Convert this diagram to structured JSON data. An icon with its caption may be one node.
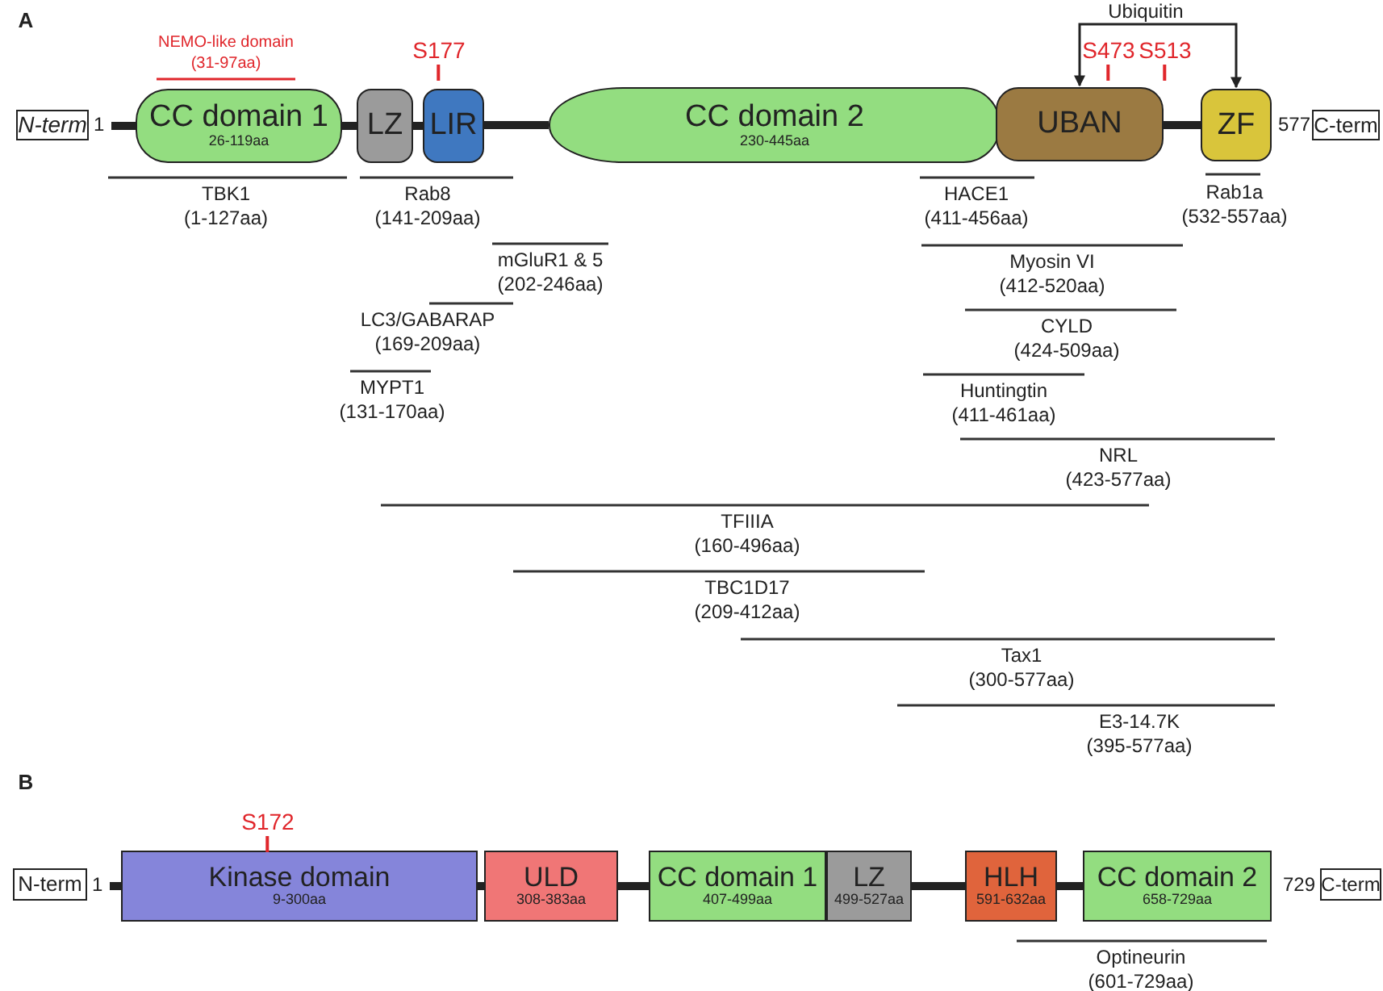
{
  "diagram": {
    "nodes": [
      {
        "text": [
          "N-term"
        ],
        "beside": [
          "1"
        ]
      },
      {
        "text": [
          "CC domain 1",
          "26-119aa"
        ]
      },
      {
        "text": [
          "LZ"
        ]
      },
      {
        "text": [
          "LIR"
        ],
        "beside": [
          "S177"
        ]
      },
      {
        "text": [
          "CC domain 2",
          "230-445aa"
        ]
      },
      {
        "text": [
          "UBAN"
        ],
        "beside": [
          "S473",
          "S513"
        ]
      },
      {
        "text": [
          "ZF"
        ]
      },
      {
        "text": [
          "C-term"
        ],
        "beside": [
          "577"
        ]
      },
      {
        "text": [
          "Ubiquitin"
        ]
      },
      {
        "text": [
          "N-term"
        ],
        "beside": [
          "1"
        ]
      },
      {
        "text": [
          "Kinase domain",
          "9-300aa"
        ],
        "beside": [
          "S172"
        ]
      },
      {
        "text": [
          "ULD",
          "308-383aa"
        ]
      },
      {
        "text": [
          "CC domain 1",
          "407-499aa"
        ]
      },
      {
        "text": [
          "LZ",
          "499-527aa"
        ]
      },
      {
        "text": [
          "HLH",
          "591-632aa"
        ]
      },
      {
        "text": [
          "CC domain 2",
          "658-729aa"
        ]
      },
      {
        "text": [
          "C-term"
        ],
        "beside": [
          "729"
        ]
      }
    ],
    "edges": [
      {
        "from": 8,
        "to": 5,
        "arrow": "to"
      },
      {
        "from": 8,
        "to": 6,
        "arrow": "to"
      },
      {
        "from": 0,
        "to": 1,
        "arrow": "none"
      },
      {
        "from": 1,
        "to": 2,
        "arrow": "none"
      },
      {
        "from": 2,
        "to": 3,
        "arrow": "none"
      },
      {
        "from": 3,
        "to": 4,
        "arrow": "none"
      },
      {
        "from": 5,
        "to": 6,
        "arrow": "none"
      },
      {
        "from": 9,
        "to": 10,
        "arrow": "none"
      },
      {
        "from": 10,
        "to": 11,
        "arrow": "none"
      },
      {
        "from": 11,
        "to": 12,
        "arrow": "none"
      },
      {
        "from": 13,
        "to": 14,
        "arrow": "none"
      },
      {
        "from": 14,
        "to": 15,
        "arrow": "none"
      }
    ],
    "labels": [
      "A",
      "NEMO-like domain (31-97aa)",
      "TBK1 (1-127aa)",
      "Rab8 (141-209aa)",
      "HACE1 (411-456aa)",
      "Rab1a (532-557aa)",
      "mGluR1 & 5 (202-246aa)",
      "Myosin VI (412-520aa)",
      "LC3/GABARAP (169-209aa)",
      "CYLD (424-509aa)",
      "MYPT1 (131-170aa)",
      "Huntingtin (411-461aa)",
      "NRL (423-577aa)",
      "TFIIIA (160-496aa)",
      "TBC1D17 (209-412aa)",
      "Tax1 (300-577aa)",
      "E3-14.7K (395-577aa)",
      "B",
      "Optineurin (601-729aa)"
    ]
  }
}
